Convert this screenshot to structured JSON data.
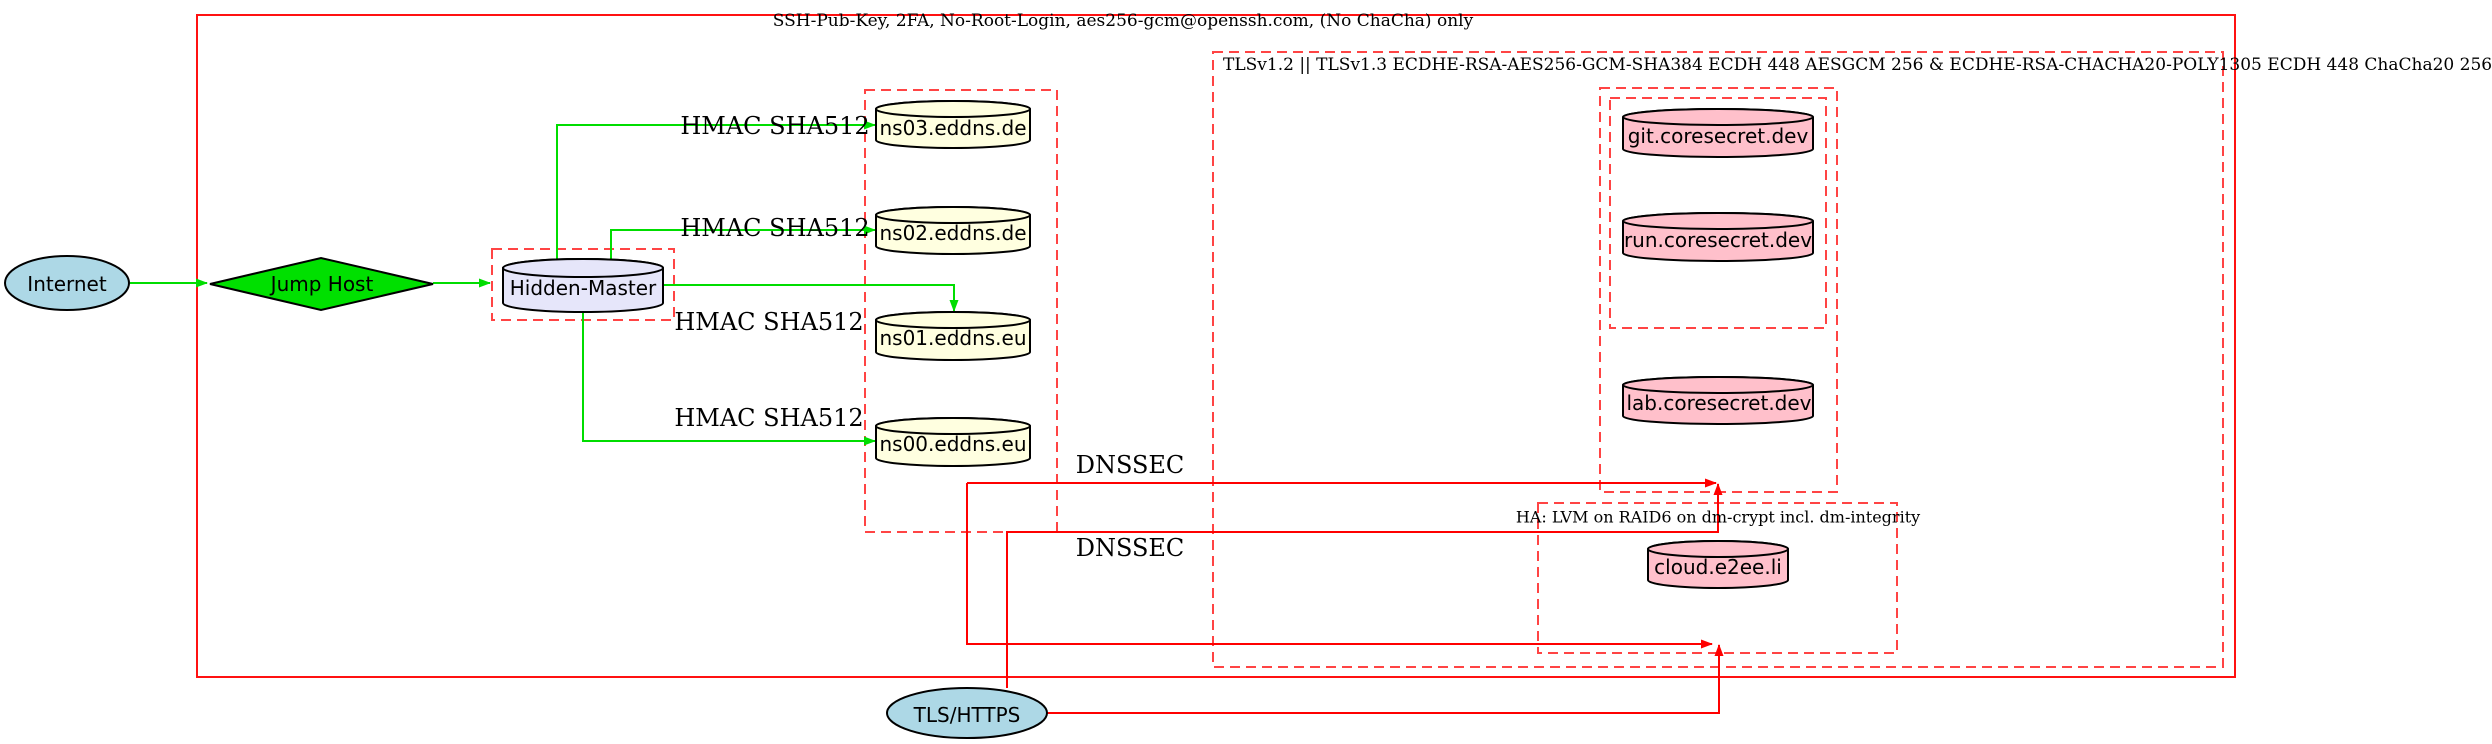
{
  "clusters": {
    "ssh_label": "SSH-Pub-Key, 2FA, No-Root-Login, aes256-gcm@openssh.com, (No ChaCha) only",
    "tls_label": "TLSv1.2 || TLSv1.3 ECDHE-RSA-AES256-GCM-SHA384 ECDH 448 AESGCM 256 & ECDHE-RSA-CHACHA20-POLY1305 ECDH 448 ChaCha20 256",
    "ha_label": "HA: LVM on RAID6 on dm-crypt incl. dm-integrity"
  },
  "nodes": {
    "internet": "Internet",
    "jump_host": "Jump Host",
    "hidden_master": "Hidden-Master",
    "ns03": "ns03.eddns.de",
    "ns02": "ns02.eddns.de",
    "ns01": "ns01.eddns.eu",
    "ns00": "ns00.eddns.eu",
    "git": "git.coresecret.dev",
    "run": "run.coresecret.dev",
    "lab": "lab.coresecret.dev",
    "cloud": "cloud.e2ee.li",
    "tls_https": "TLS/HTTPS"
  },
  "edge_labels": {
    "hmac": "HMAC SHA512",
    "dnssec": "DNSSEC"
  },
  "edges": [
    {
      "from": "Internet",
      "to": "Jump Host",
      "color": "green"
    },
    {
      "from": "Jump Host",
      "to": "Hidden-Master",
      "color": "green"
    },
    {
      "from": "Hidden-Master",
      "to": "ns03.eddns.de",
      "label": "HMAC SHA512",
      "color": "green"
    },
    {
      "from": "Hidden-Master",
      "to": "ns02.eddns.de",
      "label": "HMAC SHA512",
      "color": "green"
    },
    {
      "from": "Hidden-Master",
      "to": "ns01.eddns.eu",
      "label": "HMAC SHA512",
      "color": "green"
    },
    {
      "from": "Hidden-Master",
      "to": "ns00.eddns.eu",
      "label": "HMAC SHA512",
      "color": "green"
    },
    {
      "from": "dns-cluster",
      "to": "coresecret-cluster",
      "label": "DNSSEC",
      "color": "red"
    },
    {
      "from": "dns-cluster",
      "to": "ha-cluster",
      "label": "DNSSEC",
      "color": "red"
    },
    {
      "from": "TLS/HTTPS",
      "to": "coresecret-cluster",
      "color": "red"
    },
    {
      "from": "TLS/HTTPS",
      "to": "ha-cluster",
      "color": "red"
    }
  ],
  "colors": {
    "node_blue": "#add8e6",
    "node_green": "#00e000",
    "node_lavender": "#e6e6fa",
    "node_yellow": "#ffffe0",
    "node_pink": "#ffc0cb",
    "edge_green": "#00dd00",
    "edge_red": "#ff0000",
    "box_solid_red": "#ff1111",
    "box_dashed_red": "#ff4444"
  }
}
